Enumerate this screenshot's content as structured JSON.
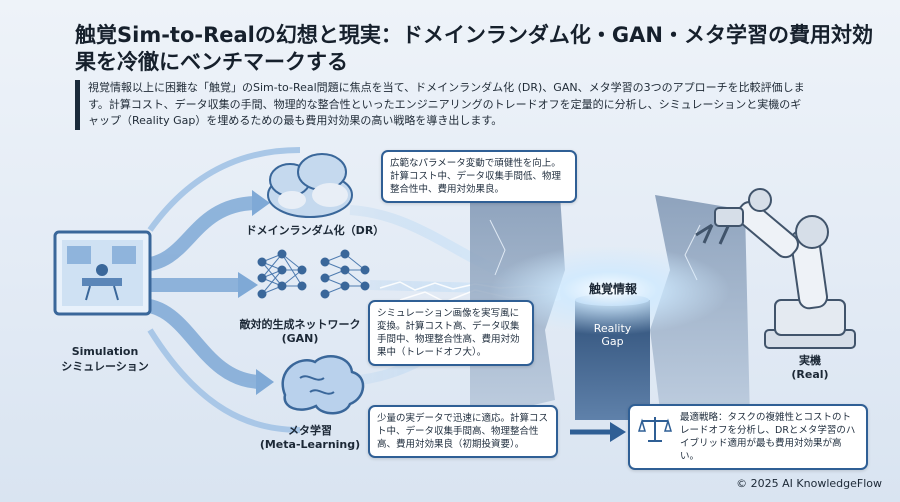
{
  "title": "触覚Sim-to-Realの幻想と現実：ドメインランダム化・GAN・メタ学習の費用対効果を冷徹にベンチマークする",
  "subtitle": "視覚情報以上に困難な「触覚」のSim-to-Real問題に焦点を当て、ドメインランダム化 (DR)、GAN、メタ学習の3つのアプローチを比較評価します。計算コスト、データ収集の手間、物理的な整合性といったエンジニアリングのトレードオフを定量的に分析し、シミュレーションと実機のギャップ（Reality Gap）を埋めるための最も費用対効果の高い戦略を導き出します。",
  "simulation": {
    "en": "Simulation",
    "jp": "シミュレーション"
  },
  "dr": {
    "label": "ドメインランダム化（DR）",
    "note": "広範なパラメータ変動で頑健性を向上。計算コスト中、データ収集手間低、物理整合性中、費用対効果良。"
  },
  "gan": {
    "label1": "敵対的生成ネットワーク",
    "label2": "(GAN)",
    "note": "シミュレーション画像を実写風に変換。計算コスト高、データ収集手間中、物理整合性高、費用対効果中（トレードオフ大）。"
  },
  "meta": {
    "label1": "メタ学習",
    "label2": "(Meta-Learning)",
    "note": "少量の実データで迅速に適応。計算コスト中、データ収集手間高、物理整合性高、費用対効果良（初期投資要）。"
  },
  "tactile": "触覚情報",
  "gap": {
    "line1": "Reality",
    "line2": "Gap"
  },
  "real": {
    "jp": "実機",
    "en": "(Real)"
  },
  "best": "最適戦略：タスクの複雑性とコストのトレードオフを分析し、DRとメタ学習のハイブリッド適用が最も費用対効果が高い。",
  "copyright": "© 2025 AI KnowledgeFlow",
  "colors": {
    "accent": "#2f5f95",
    "arrow": "#6f9fd0",
    "glow": "#bfe3ff"
  }
}
